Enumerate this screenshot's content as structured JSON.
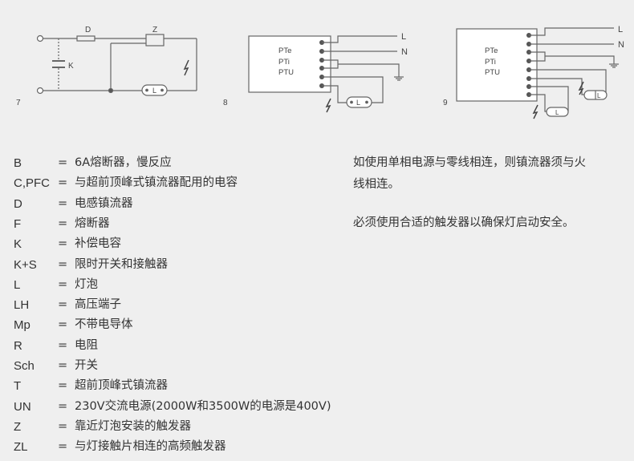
{
  "diagrams": [
    {
      "number": "7",
      "labels": {
        "fuse": "D",
        "igniter": "Z",
        "capacitor": "K",
        "lamp": "L"
      }
    },
    {
      "number": "8",
      "terminals_text": [
        "PTe",
        "PTi",
        "PTU"
      ],
      "labels": {
        "line": "L",
        "neutral": "N",
        "lamp": "L"
      }
    },
    {
      "number": "9",
      "terminals_text": [
        "PTe",
        "PTi",
        "PTU"
      ],
      "labels": {
        "line": "L",
        "neutral": "N",
        "lamp1": "L",
        "lamp2": "L"
      }
    }
  ],
  "legend": [
    {
      "symbol": "B",
      "eq": "=",
      "desc": "6A熔断器，慢反应"
    },
    {
      "symbol": "C,PFC",
      "eq": "=",
      "desc": "与超前顶峰式镇流器配用的电容"
    },
    {
      "symbol": "D",
      "eq": "=",
      "desc": "电感镇流器"
    },
    {
      "symbol": "F",
      "eq": "=",
      "desc": "熔断器"
    },
    {
      "symbol": "K",
      "eq": "=",
      "desc": "补偿电容"
    },
    {
      "symbol": "K+S",
      "eq": "=",
      "desc": "限时开关和接触器"
    },
    {
      "symbol": "L",
      "eq": "=",
      "desc": "灯泡"
    },
    {
      "symbol": "LH",
      "eq": "=",
      "desc": "高压端子"
    },
    {
      "symbol": "Mp",
      "eq": "=",
      "desc": "不带电导体"
    },
    {
      "symbol": "R",
      "eq": "=",
      "desc": "电阻"
    },
    {
      "symbol": "Sch",
      "eq": "=",
      "desc": "开关"
    },
    {
      "symbol": "T",
      "eq": "=",
      "desc": "超前顶峰式镇流器"
    },
    {
      "symbol": "UN",
      "eq": "=",
      "desc": "230V交流电源(2000W和3500W的电源是400V)"
    },
    {
      "symbol": "Z",
      "eq": "=",
      "desc": "靠近灯泡安装的触发器"
    },
    {
      "symbol": "ZL",
      "eq": "=",
      "desc": "与灯接触片相连的高频触发器"
    }
  ],
  "notes": {
    "note1_line1": "如使用单相电源与零线相连，则镇流器须与火",
    "note1_line2": "线相连。",
    "note2": "必须使用合适的触发器以确保灯启动安全。"
  }
}
